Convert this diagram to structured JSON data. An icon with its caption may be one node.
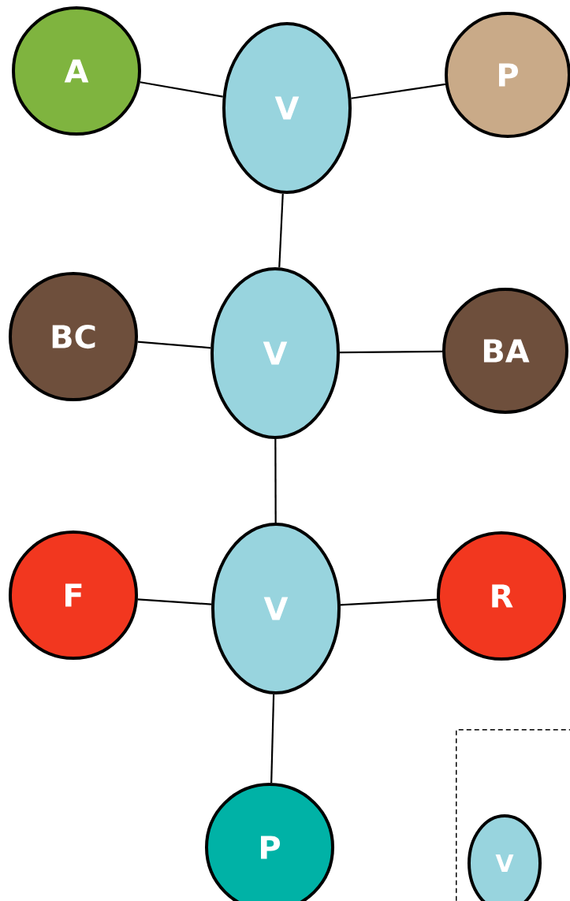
{
  "diagram": {
    "nodes": [
      {
        "text": [
          "A"
        ]
      },
      {
        "text": [
          "V"
        ]
      },
      {
        "text": [
          "P"
        ]
      },
      {
        "text": [
          "BC"
        ]
      },
      {
        "text": [
          "V"
        ]
      },
      {
        "text": [
          "BA"
        ]
      },
      {
        "text": [
          "F"
        ]
      },
      {
        "text": [
          "V"
        ]
      },
      {
        "text": [
          "R"
        ]
      },
      {
        "text": [
          "P"
        ]
      },
      {
        "text": [],
        "shape": "box"
      },
      {
        "text": [
          "V"
        ],
        "in": 10
      }
    ],
    "edges": [
      {
        "from": 0,
        "to": 1,
        "arrow": "none"
      },
      {
        "from": 1,
        "to": 2,
        "arrow": "none"
      },
      {
        "from": 1,
        "to": 4,
        "arrow": "none"
      },
      {
        "from": 3,
        "to": 4,
        "arrow": "none"
      },
      {
        "from": 4,
        "to": 5,
        "arrow": "none"
      },
      {
        "from": 4,
        "to": 7,
        "arrow": "none"
      },
      {
        "from": 6,
        "to": 7,
        "arrow": "none"
      },
      {
        "from": 7,
        "to": 8,
        "arrow": "none"
      },
      {
        "from": 7,
        "to": 9,
        "arrow": "none"
      }
    ]
  }
}
